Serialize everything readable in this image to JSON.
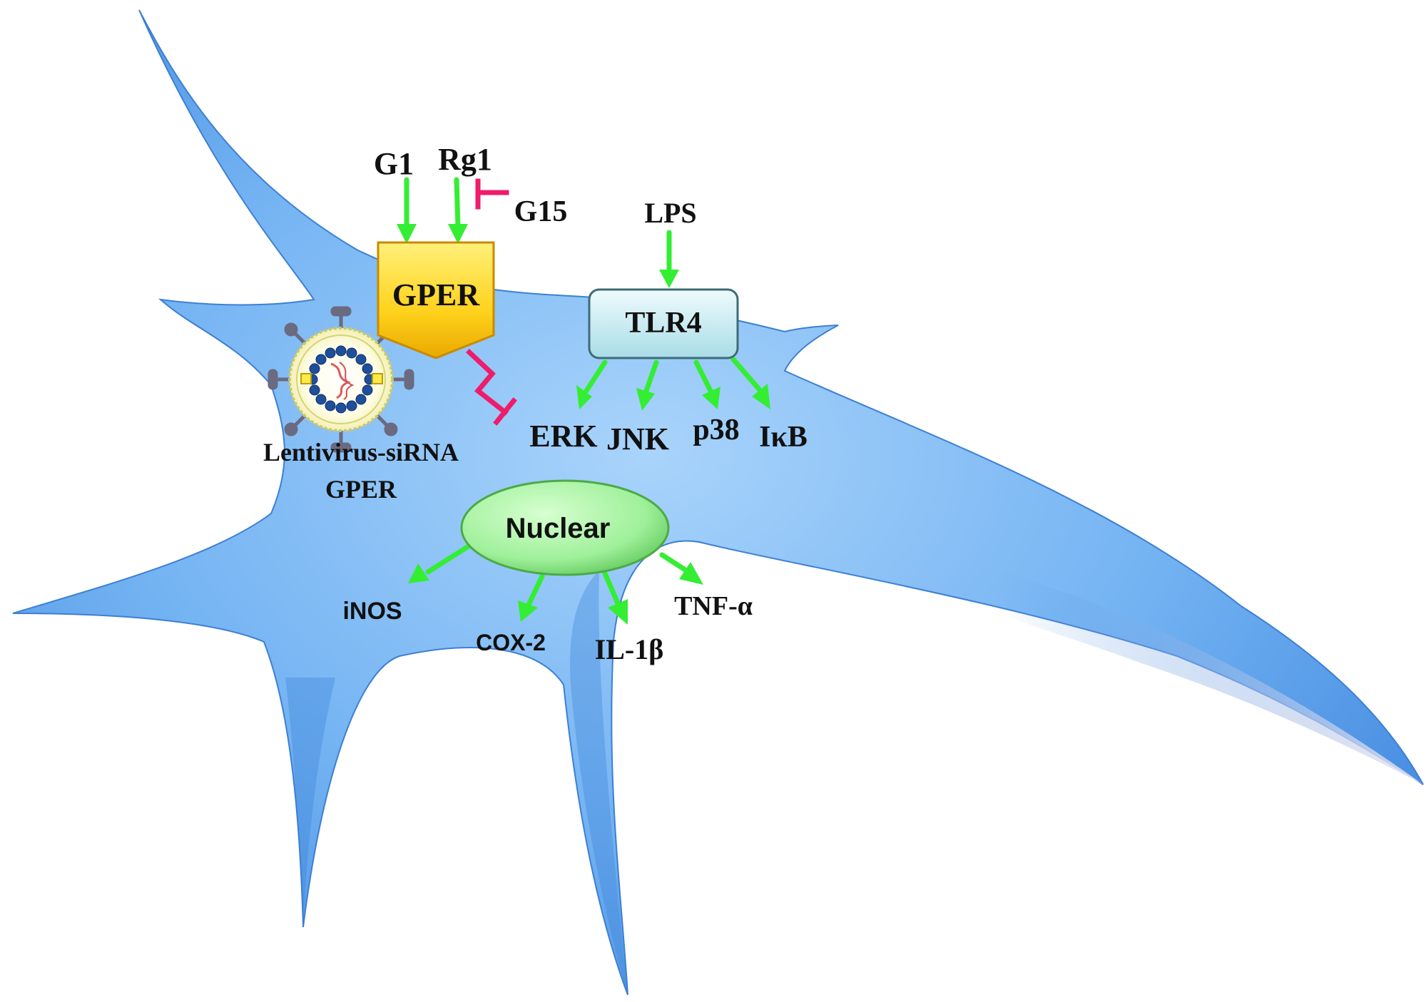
{
  "colors": {
    "cell_light": "#a9d4fb",
    "cell_mid": "#72b2f2",
    "cell_dark": "#3f86de",
    "activation_arrow": "#33ee33",
    "inhibition": "#ee1c6a",
    "gper_fill": "#ffd21c",
    "tlr4_fill": "#cfeef3",
    "nuclear_fill": "#9ff09a"
  },
  "labels": {
    "g1": "G1",
    "rg1": "Rg1",
    "g15": "G15",
    "lps": "LPS",
    "gper": "GPER",
    "tlr4": "TLR4",
    "lentivirus_line1": "Lentivirus-siRNA",
    "lentivirus_line2": "GPER",
    "erk": "ERK",
    "jnk": "JNK",
    "p38": "p38",
    "ikb": "IκB",
    "nuclear": "Nuclear",
    "inos": "iNOS",
    "cox2": "COX-2",
    "il1b": "IL-1β",
    "tnfa": "TNF-α"
  },
  "icons": {
    "virus": "lentivirus-particle-icon"
  }
}
